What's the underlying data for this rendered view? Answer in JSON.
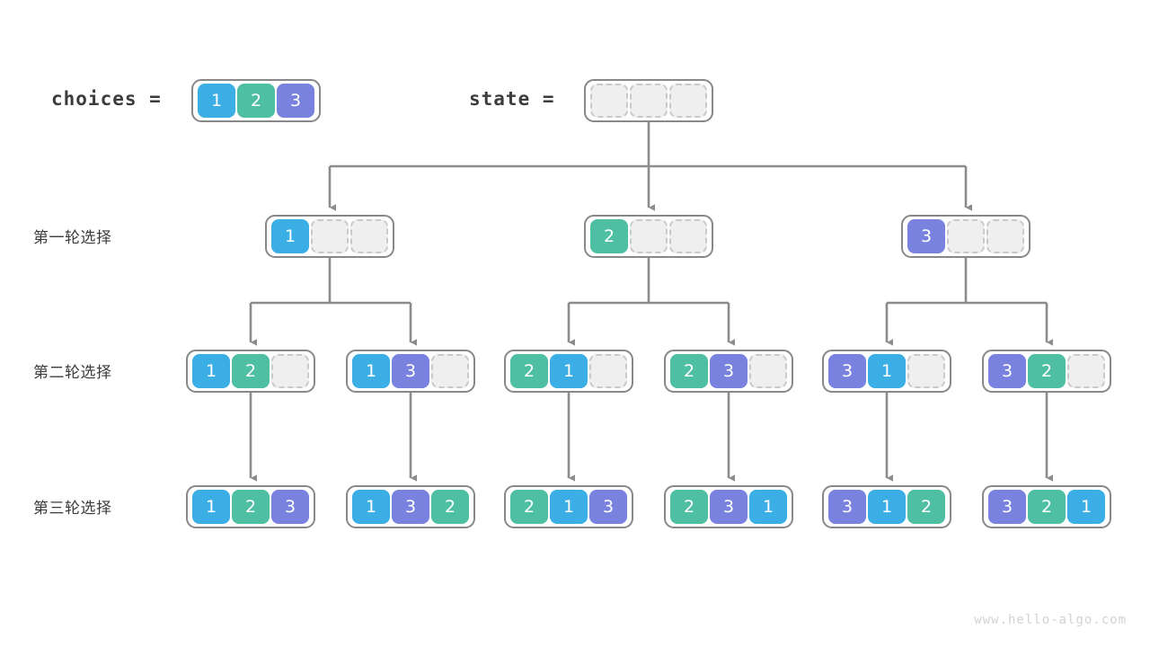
{
  "watermark": "www.hello-algo.com",
  "header": {
    "choices_label": "choices  =",
    "state_label": "state  =",
    "choices_values": [
      "1",
      "2",
      "3"
    ],
    "state_values": [
      "",
      "",
      ""
    ]
  },
  "colors": {
    "value_1": "#3caee6",
    "value_2": "#4fbfa4",
    "value_3": "#7982de",
    "empty_fill": "#efefef",
    "empty_border": "#c9c9c9",
    "container_border": "#888888",
    "connector": "#8c8c8c",
    "text": "#3c3c3c",
    "watermark": "#d2d2d2"
  },
  "rows": [
    {
      "label": "第一轮选择",
      "nodes": [
        {
          "values": [
            "1",
            "",
            ""
          ]
        },
        {
          "values": [
            "2",
            "",
            ""
          ]
        },
        {
          "values": [
            "3",
            "",
            ""
          ]
        }
      ]
    },
    {
      "label": "第二轮选择",
      "nodes": [
        {
          "values": [
            "1",
            "2",
            ""
          ]
        },
        {
          "values": [
            "1",
            "3",
            ""
          ]
        },
        {
          "values": [
            "2",
            "1",
            ""
          ]
        },
        {
          "values": [
            "2",
            "3",
            ""
          ]
        },
        {
          "values": [
            "3",
            "1",
            ""
          ]
        },
        {
          "values": [
            "3",
            "2",
            ""
          ]
        }
      ]
    },
    {
      "label": "第三轮选择",
      "nodes": [
        {
          "values": [
            "1",
            "2",
            "3"
          ]
        },
        {
          "values": [
            "1",
            "3",
            "2"
          ]
        },
        {
          "values": [
            "2",
            "1",
            "3"
          ]
        },
        {
          "values": [
            "2",
            "3",
            "1"
          ]
        },
        {
          "values": [
            "3",
            "1",
            "2"
          ]
        },
        {
          "values": [
            "3",
            "2",
            "1"
          ]
        }
      ]
    }
  ]
}
